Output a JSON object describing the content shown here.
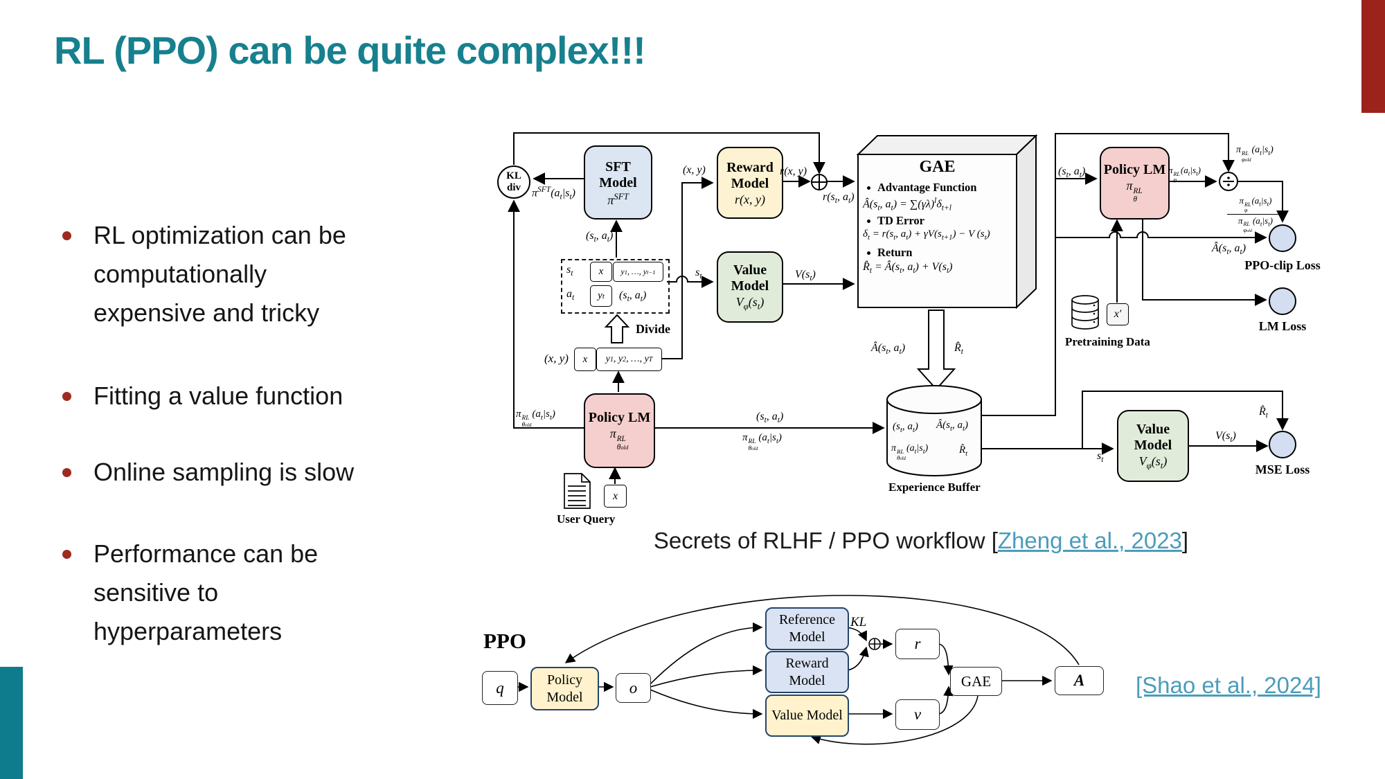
{
  "slide": {
    "title": "RL (PPO) can be quite complex!!!",
    "title_color": "#17808E",
    "accent_red": "#9c231c",
    "accent_teal": "#0e7c8c",
    "bullet_dot_color": "#9e2a20",
    "link_color": "#4b9cba"
  },
  "bullets": [
    "RL optimization can be\ncomputationally\nexpensive and tricky",
    "Fitting a value function",
    "Online sampling is slow",
    "Performance can be\nsensitive to\nhyperparameters"
  ],
  "caption": {
    "prefix": "Secrets of RLHF / PPO workflow [",
    "link_text": "Zheng et al., 2023",
    "suffix": "]"
  },
  "citation": {
    "link_text": "[Shao et al., 2024]"
  },
  "rlhf": {
    "kl_div": "KL\ndiv",
    "boxes": {
      "sft": {
        "name": "SFT Model",
        "math": "π<sup>SFT</sup>"
      },
      "reward": {
        "name": "Reward Model",
        "math": "r(x, y)"
      },
      "value_top": {
        "name": "Value Model",
        "math": "V<sub>φ</sub>(s<sub>t</sub>)"
      },
      "policy_old": {
        "name": "Policy LM",
        "math": "π<span class=\"st\"><sup>RL</sup><sub>θ<sub>old</sub></sub></span>"
      },
      "policy_new": {
        "name": "Policy LM",
        "math": "π<span class=\"st\"><sup>RL</sup><sub>θ</sub></span>"
      },
      "value_bottom": {
        "name": "Value Model",
        "math": "V<sub>φ</sub>(s<sub>t</sub>)"
      }
    },
    "gae": {
      "title": "GAE",
      "h1": "Advantage Function",
      "e1": "Â(s<sub>t</sub>, a<sub>t</sub>) = ∑(γλ)<sup>l</sup>δ<sub>t+l</sub>",
      "h2": "TD Error",
      "e2": "δ<sub>t</sub> = r(s<sub>t</sub>, a<sub>t</sub>) + γV(s<sub>t+1</sub>) − V (s<sub>t</sub>)",
      "h3": "Return",
      "e3": "R̂<sub>t</sub> = Â(s<sub>t</sub>, a<sub>t</sub>) + V(s<sub>t</sub>)"
    },
    "labels": {
      "pi_sft": "π<sup>SFT</sup>(a<sub>t</sub>|s<sub>t</sub>)",
      "st_at": "(s<sub>t</sub>, a<sub>t</sub>)",
      "xy": "(x, y)",
      "rxy": "r(x, y)",
      "rst_at": "r(s<sub>t</sub>, a<sub>t</sub>)",
      "st": "s<sub>t</sub>",
      "at": "a<sub>t</sub>",
      "vst": "V(s<sub>t</sub>)",
      "pi_old": "π<span class=\"st\"><sup>RL</sup><sub>θ<sub>old</sub></sub></span>(a<sub>t</sub>|s<sub>t</sub>)",
      "pi_phi": "π<span class=\"st\"><sup>RL</sup><sub>φ</sub></span>(a<sub>t</sub>|s<sub>t</sub>)",
      "pi_phi_old": "π<span class=\"st\"><sup>RL</sup><sub>φ<sub>old</sub></sub></span>(a<sub>t</sub>|s<sub>t</sub>)",
      "a_hat": "Â(s<sub>t</sub>, a<sub>t</sub>)",
      "r_hat": "R̂<sub>t</sub>",
      "divide": "Divide",
      "user_query": "User Query",
      "pretraining_data": "Pretraining Data",
      "experience_buffer": "Experience Buffer",
      "ppo_clip_loss": "PPO-clip Loss",
      "lm_loss": "LM Loss",
      "mse_loss": "MSE Loss",
      "chip_x": "x",
      "chip_y_prev": "y<sub>1</sub>, …, y<sub>t−1</sub>",
      "chip_yt": "y<sub>t</sub>",
      "chip_y_full": "y<sub>1</sub>, y<sub>2</sub>, …, y<sub>T</sub>",
      "chip_xprime": "x′"
    }
  },
  "ppo": {
    "heading": "PPO",
    "q": "q",
    "policy": "Policy Model",
    "o": "o",
    "reference": "Reference Model",
    "reward": "Reward Model",
    "value": "Value Model",
    "r": "r",
    "v": "v",
    "gae": "GAE",
    "a": "A",
    "kl": "KL"
  }
}
